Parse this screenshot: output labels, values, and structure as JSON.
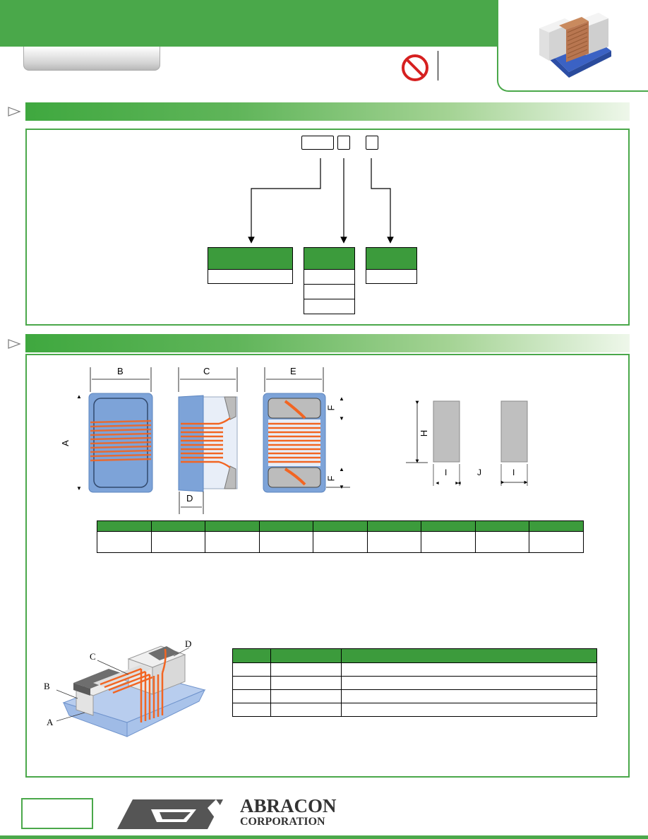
{
  "header": {
    "title": "",
    "subtitle": "",
    "rohs_icon": "rohs-circle-slash-icon"
  },
  "sections": [
    {
      "title": ""
    },
    {
      "title": ""
    }
  ],
  "ordering": {
    "code_boxes": [
      "",
      "",
      ""
    ],
    "box1": {
      "header": "",
      "rows": [
        ""
      ]
    },
    "box2": {
      "header": "",
      "rows": [
        "",
        "",
        ""
      ]
    },
    "box3": {
      "header": "",
      "rows": [
        ""
      ]
    }
  },
  "dimensions": {
    "labels": {
      "a": "A",
      "b": "B",
      "c": "C",
      "d": "D",
      "e": "E",
      "f_top": "F",
      "f_bottom": "F",
      "h": "H",
      "i_left": "I",
      "i_right": "I",
      "j": "J"
    },
    "table": {
      "headers": [
        "",
        "",
        "",
        "",
        "",
        "",
        "",
        "",
        ""
      ],
      "rows": [
        [
          "",
          "",
          "",
          "",
          "",
          "",
          "",
          "",
          ""
        ]
      ]
    }
  },
  "construction": {
    "labels": {
      "a": "A",
      "b": "B",
      "c": "C",
      "d": "D"
    },
    "table": {
      "headers": [
        "",
        "",
        ""
      ],
      "rows": [
        [
          "",
          "",
          ""
        ],
        [
          "",
          "",
          ""
        ],
        [
          "",
          "",
          ""
        ],
        [
          "",
          "",
          ""
        ]
      ]
    }
  },
  "footer": {
    "company_line1": "ABRACON",
    "company_line2": "CORPORATION",
    "box_text": ""
  },
  "colors": {
    "brand_green": "#4aa84a",
    "coil_orange": "#f26522",
    "body_blue": "#7da3d8"
  }
}
